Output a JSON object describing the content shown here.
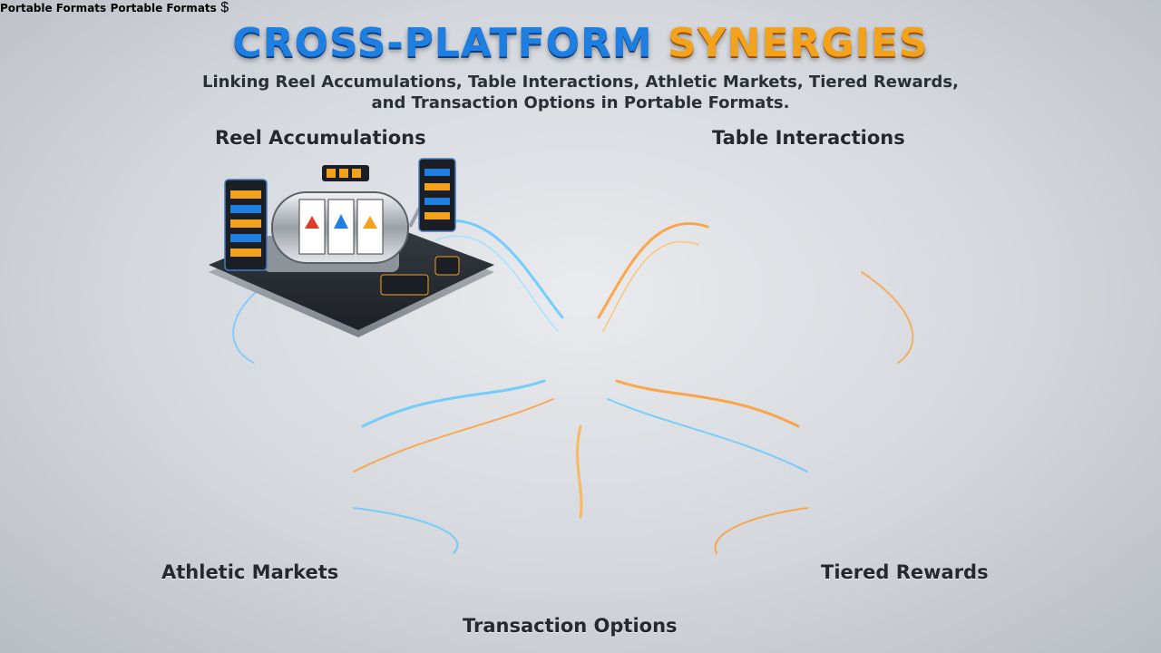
{
  "title": {
    "part1": "CROSS-PLATFORM",
    "part2": "SYNERGIES"
  },
  "subtitle": {
    "line1": "Linking Reel Accumulations, Table Interactions, Athletic Markets, Tiered Rewards,",
    "line2": "and Transaction Options in Portable Formats."
  },
  "sections": {
    "reel": "Reel Accumulations",
    "table": "Table Interactions",
    "athletic": "Athletic Markets",
    "rewards": "Tiered Rewards",
    "transaction": "Transaction Options"
  },
  "center": {
    "face_left": "Portable Formats",
    "face_right": "Portable Formats"
  },
  "colors": {
    "title_blue": "#1e7fe0",
    "title_orange": "#f2a21c",
    "glow_blue": "#5fc8ff",
    "glow_orange": "#ff9a2e",
    "gold": "#e0a526",
    "silver": "#c9ccd1",
    "bronze": "#b06a35"
  },
  "icons": {
    "reel": "slot-machine-icon",
    "table": "card-table-icon",
    "athletic": "basketball-court-icon",
    "rewards": "tier-pyramid-icon",
    "transaction": "payment-cards-icon",
    "center": "portable-cube-icon"
  }
}
